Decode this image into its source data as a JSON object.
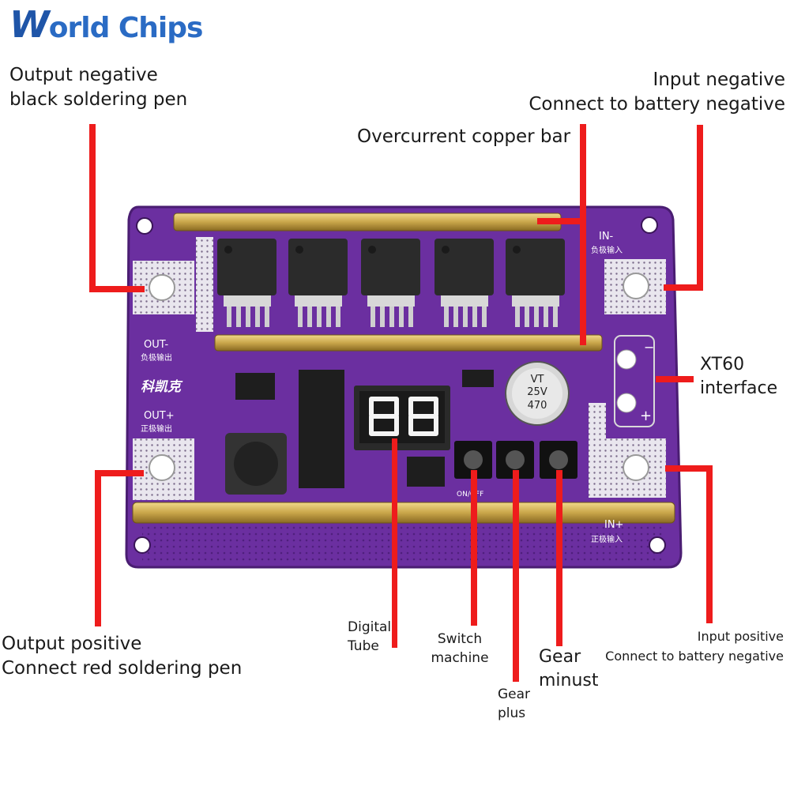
{
  "brand": {
    "name": "World Chips"
  },
  "labels": {
    "output_negative": [
      "Output negative",
      "black soldering pen"
    ],
    "input_negative": [
      "Input negative",
      "Connect to battery negative"
    ],
    "overcurrent": "Overcurrent copper bar",
    "xt60": [
      "XT60",
      "interface"
    ],
    "output_positive": [
      "Output positive",
      "Connect red soldering pen"
    ],
    "digital_tube": [
      "Digital",
      "Tube"
    ],
    "switch_machine": [
      "Switch",
      "machine"
    ],
    "gear_minus": [
      "Gear",
      "minust"
    ],
    "gear_plus": [
      "Gear",
      "plus"
    ],
    "input_positive": [
      "Input positive",
      "Connect to battery negative"
    ]
  },
  "board": {
    "silk_in_minus": "IN-",
    "silk_in_minus_cn": "负极输入",
    "silk_out_minus": "OUT-",
    "silk_out_minus_cn": "负极输出",
    "silk_brand_cn": "科凯克",
    "silk_out_plus": "OUT+",
    "silk_out_plus_cn": "正极输出",
    "silk_in_plus": "IN+",
    "silk_in_plus_cn": "正极输入",
    "silk_on_off": "ON/OFF",
    "capacitor": [
      "470",
      "25V",
      "VT"
    ],
    "xt60_minus": "−",
    "xt60_plus": "+"
  },
  "colors": {
    "annotation_red": "#ee1c1c",
    "pcb_purple": "#6b2fa0",
    "copper_bar": "#c9a64a",
    "brand_blue": "#1f55a8"
  }
}
